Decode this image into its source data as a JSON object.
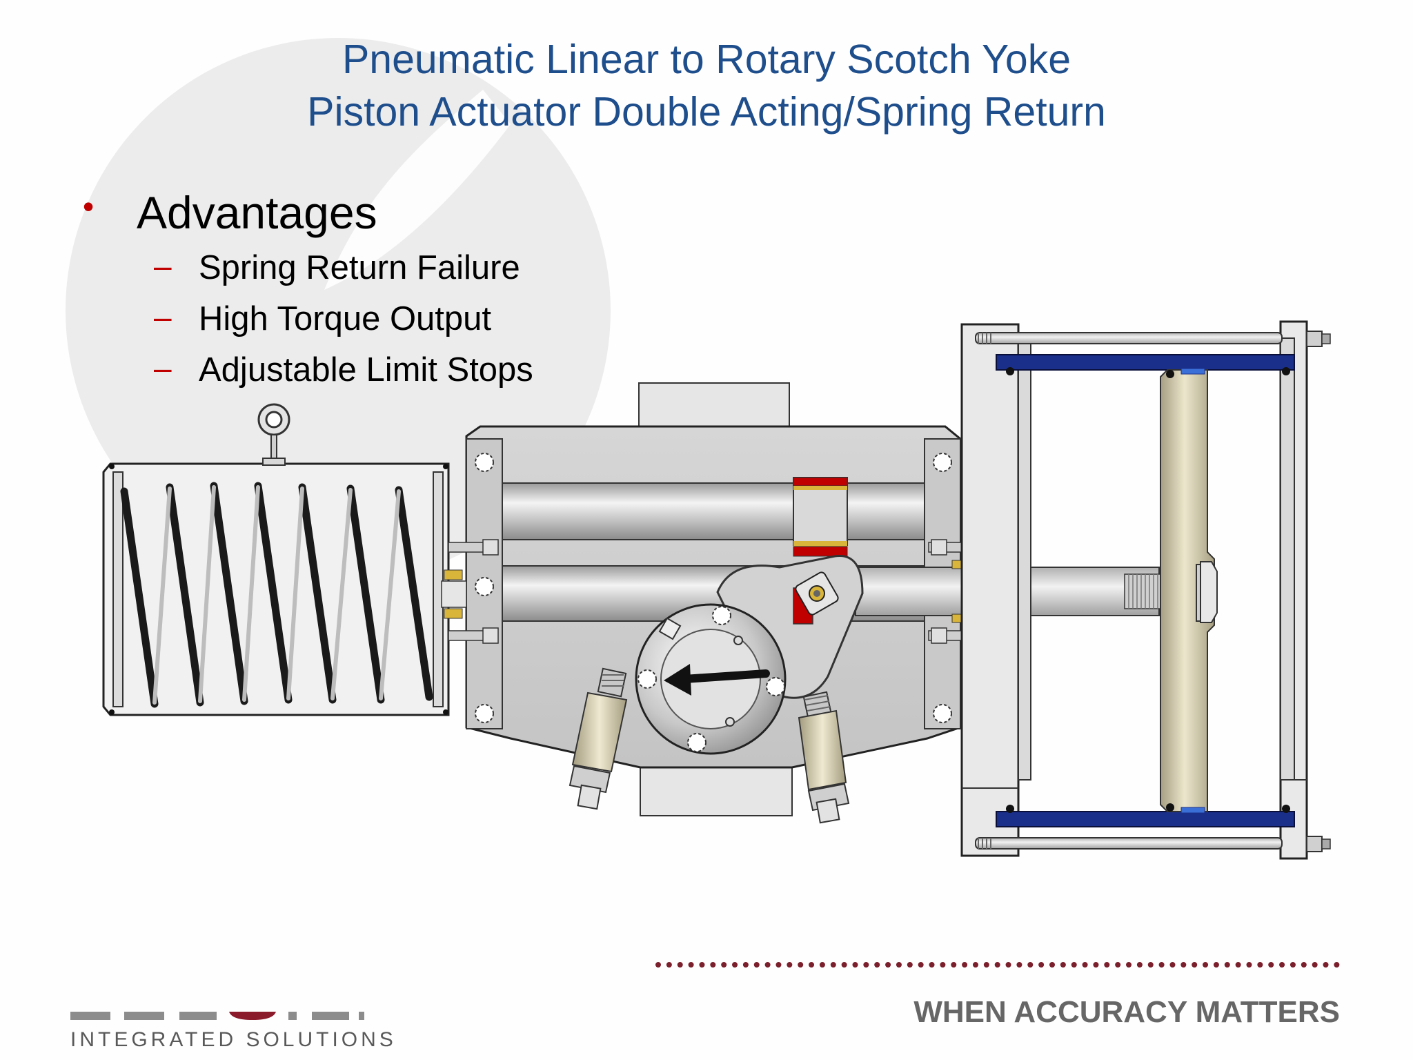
{
  "title": {
    "line1": "Pneumatic Linear to Rotary Scotch Yoke",
    "line2": "Piston Actuator Double Acting/Spring Return"
  },
  "bullets": {
    "heading": "Advantages",
    "items": [
      "Spring Return Failure",
      "High Torque Output",
      "Adjustable Limit Stops"
    ]
  },
  "footer": {
    "tagline": "WHEN ACCURACY MATTERS",
    "logo_subtitle": "INTEGRATED SOLUTIONS"
  },
  "colors": {
    "title": "#1f4e8c",
    "bullet_marker": "#c00000",
    "footer_rule": "#7a1f2b",
    "tagline": "#666666",
    "cylinder_band": "#1a2f8a",
    "piston_disc": "#d8d2b8",
    "yoke_pin": "#c00000"
  },
  "icons": [
    "eyebolt-icon",
    "rotation-arrow-icon"
  ]
}
